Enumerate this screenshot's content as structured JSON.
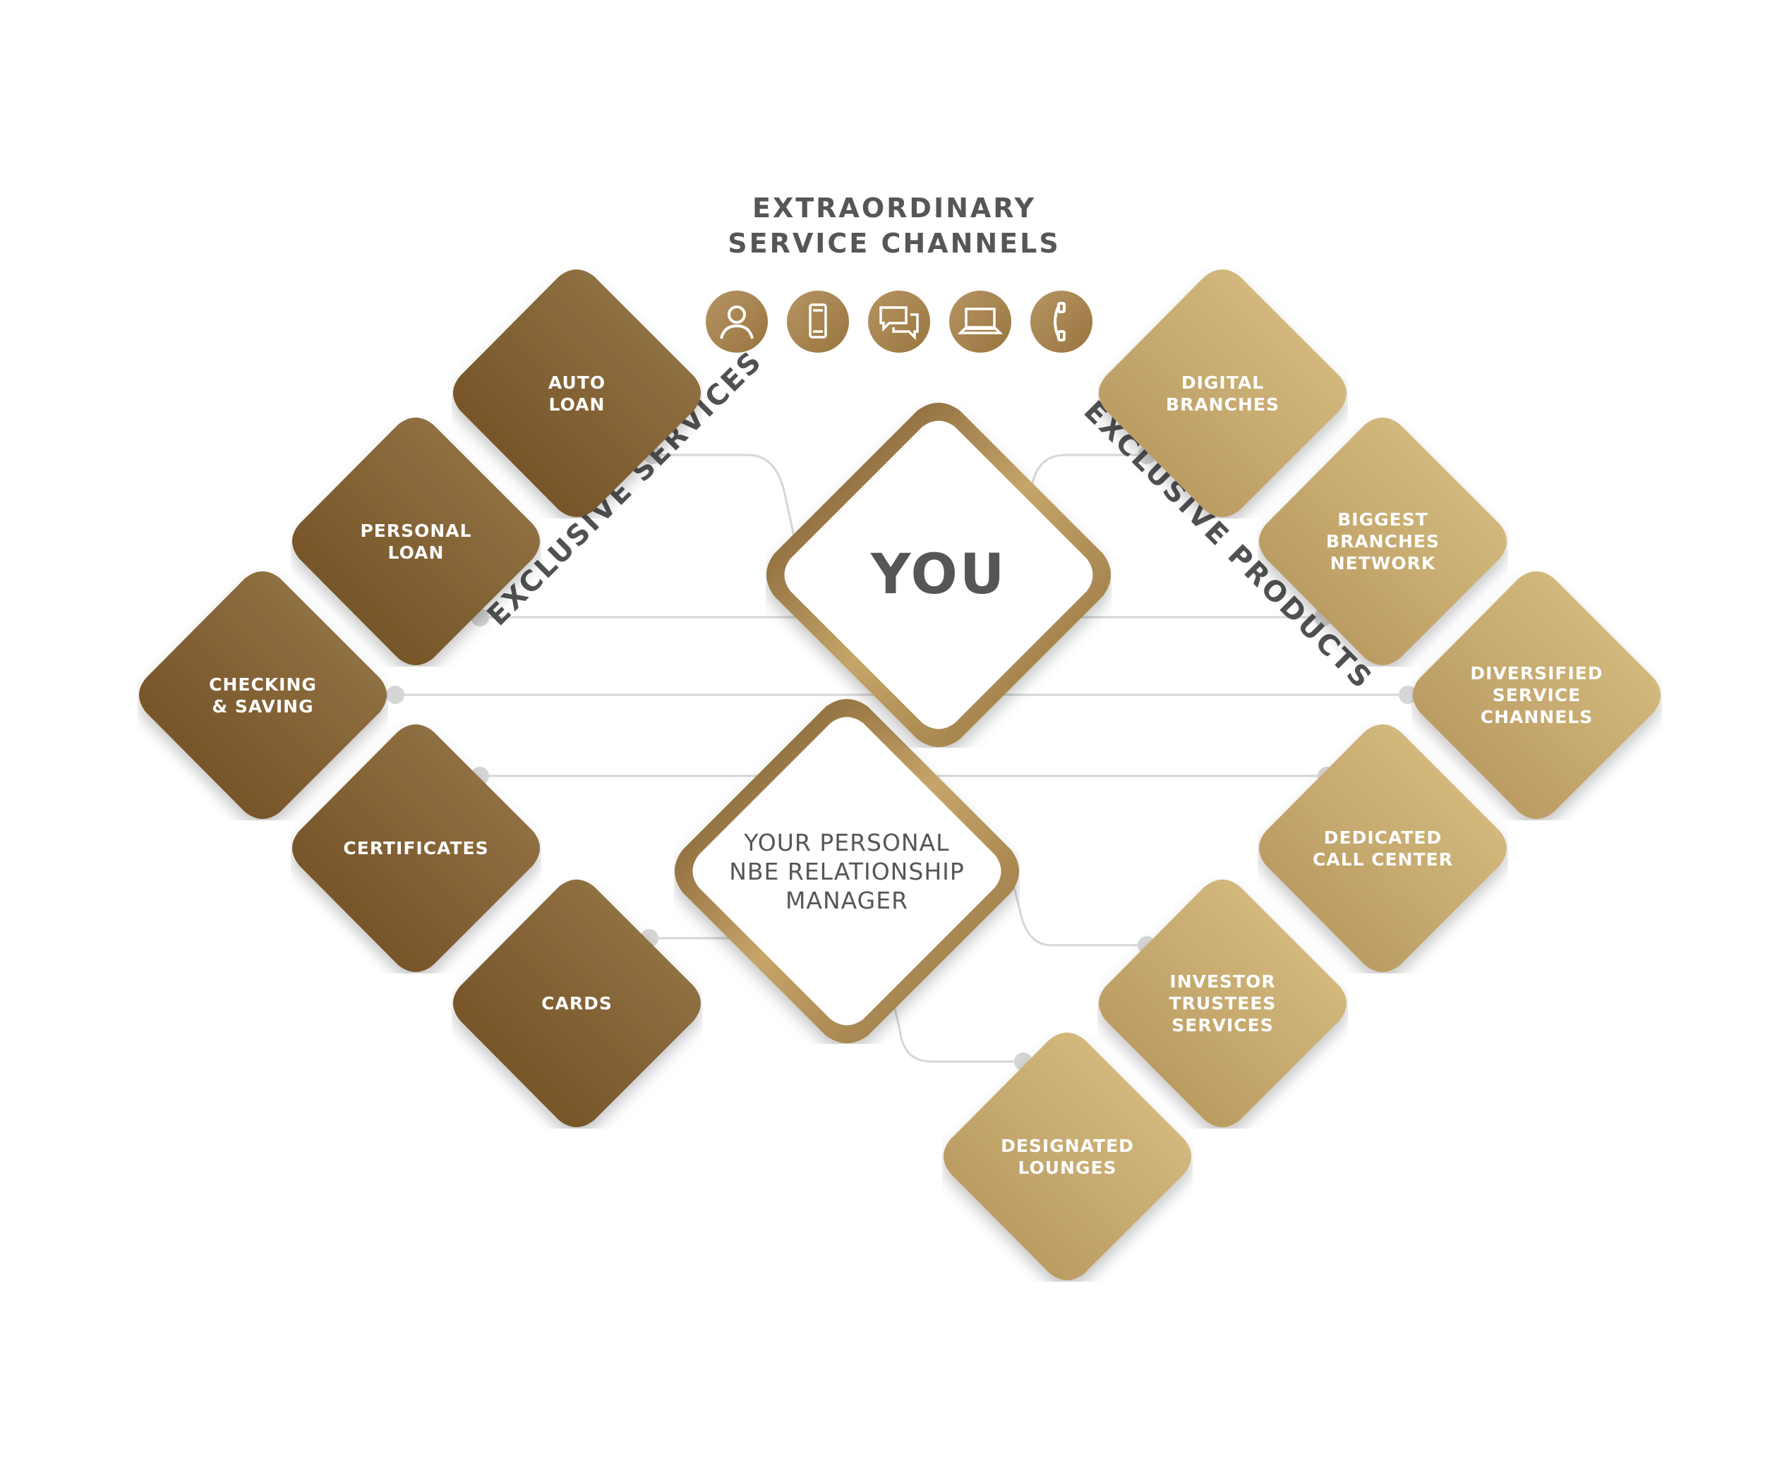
{
  "heading": {
    "line1": "EXTRAORDINARY",
    "line2": "SERVICE CHANNELS"
  },
  "center": {
    "you": "YOU",
    "manager": [
      "YOUR PERSONAL",
      "NBE RELATIONSHIP",
      "MANAGER"
    ]
  },
  "groups": {
    "left": "EXCLUSIVE SERVICES",
    "right": "EXCLUSIVE PRODUCTS"
  },
  "services": [
    {
      "lines": [
        "AUTO",
        "LOAN"
      ]
    },
    {
      "lines": [
        "PERSONAL",
        "LOAN"
      ]
    },
    {
      "lines": [
        "CHECKING",
        "& SAVING"
      ]
    },
    {
      "lines": [
        "CERTIFICATES"
      ]
    },
    {
      "lines": [
        "CARDS"
      ]
    }
  ],
  "products": [
    {
      "lines": [
        "DIGITAL",
        "BRANCHES"
      ]
    },
    {
      "lines": [
        "BIGGEST",
        "BRANCHES",
        "NETWORK"
      ]
    },
    {
      "lines": [
        "DIVERSIFIED",
        "SERVICE",
        "CHANNELS"
      ]
    },
    {
      "lines": [
        "DEDICATED",
        "CALL CENTER"
      ]
    },
    {
      "lines": [
        "INVESTOR",
        "TRUSTEES",
        "SERVICES"
      ]
    },
    {
      "lines": [
        "DESIGNATED",
        "LOUNGES"
      ]
    }
  ],
  "channel_icons": [
    "person-icon",
    "mobile-phone-icon",
    "chat-bubbles-icon",
    "laptop-icon",
    "telephone-icon"
  ],
  "colors": {
    "dark_gold": "#6e4d24",
    "mid_gold": "#9a7a48",
    "light_gold": "#d6bd80",
    "text_dark": "#555658",
    "connector": "#d4d4d4"
  }
}
